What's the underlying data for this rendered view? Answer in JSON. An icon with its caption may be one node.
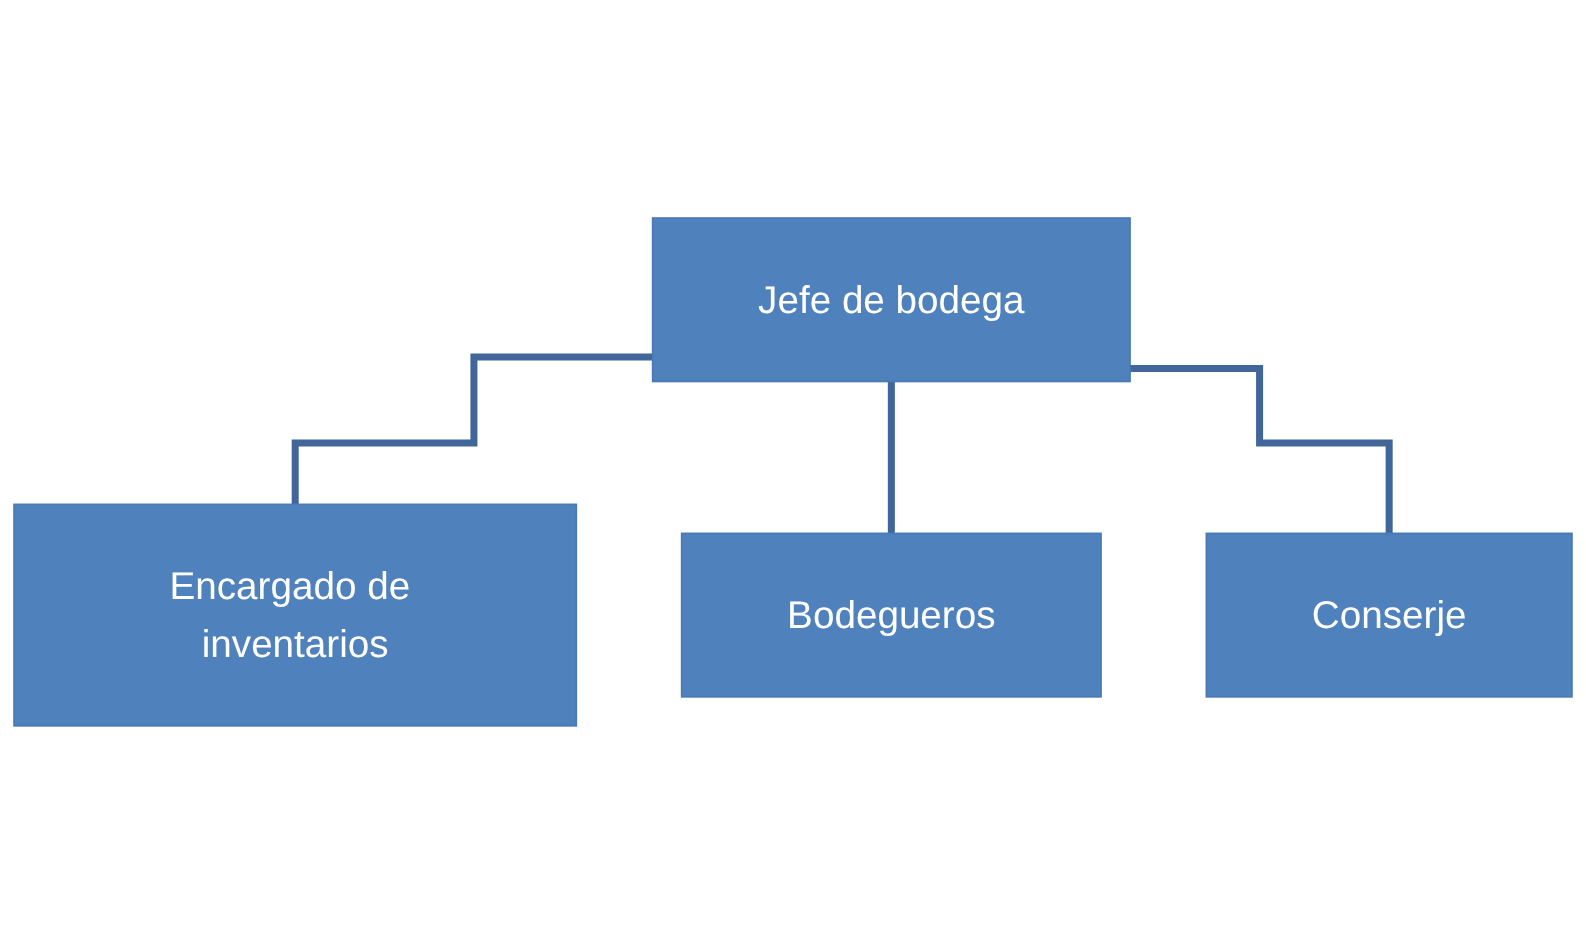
{
  "diagram": {
    "nodes": [
      {
        "text": [
          "Jefe de bodega"
        ]
      },
      {
        "text": [
          "Encargado de inventarios"
        ]
      },
      {
        "text": [
          "Bodegueros"
        ]
      },
      {
        "text": [
          "Conserje"
        ]
      }
    ],
    "edges": [
      {
        "from": 0,
        "to": 1,
        "arrow": "none"
      },
      {
        "from": 0,
        "to": 2,
        "arrow": "none"
      },
      {
        "from": 0,
        "to": 3,
        "arrow": "none"
      }
    ]
  }
}
